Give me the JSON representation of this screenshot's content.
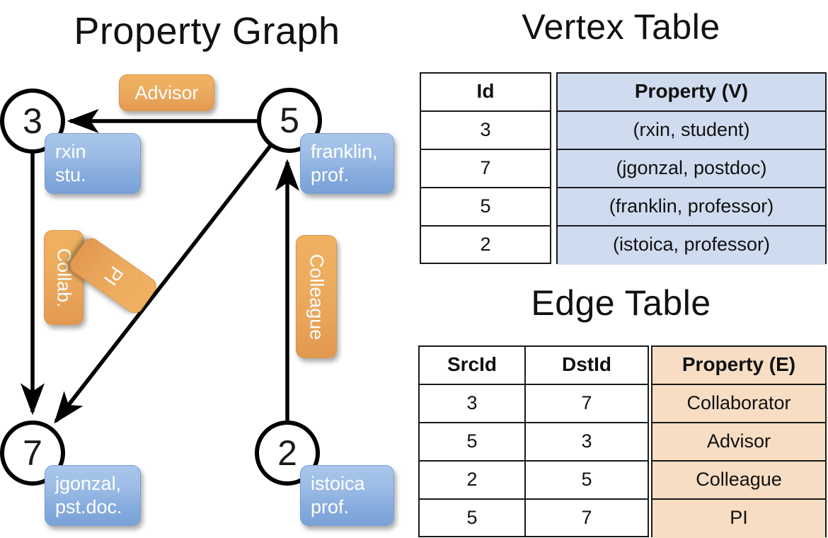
{
  "titles": {
    "graph": "Property Graph",
    "vertex_table": "Vertex Table",
    "edge_table": "Edge Table"
  },
  "colors": {
    "node_fill": "#ffffff",
    "node_stroke": "#000000",
    "edge_stroke": "#000000",
    "vertex_property_bg": "#cfdcef",
    "edge_property_bg": "#f6ddc3",
    "blue_box": "#8fb3e2",
    "orange_box": "#e9a75b",
    "box_text": "#ffffff"
  },
  "graph": {
    "nodes": [
      {
        "id": "3",
        "name": "node-3",
        "property_line1": "rxin",
        "property_line2": "stu."
      },
      {
        "id": "5",
        "name": "node-5",
        "property_line1": "franklin,",
        "property_line2": "prof."
      },
      {
        "id": "7",
        "name": "node-7",
        "property_line1": "jgonzal,",
        "property_line2": "pst.doc."
      },
      {
        "id": "2",
        "name": "node-2",
        "property_line1": "istoica",
        "property_line2": "prof."
      }
    ],
    "edge_labels": [
      {
        "id": "advisor",
        "text": "Advisor",
        "src": "5",
        "dst": "3"
      },
      {
        "id": "collab",
        "text": "Collab.",
        "src": "3",
        "dst": "7"
      },
      {
        "id": "pi",
        "text": "PI",
        "src": "5",
        "dst": "7"
      },
      {
        "id": "colleague",
        "text": "Colleague",
        "src": "2",
        "dst": "5"
      }
    ]
  },
  "vertex_table": {
    "columns": [
      "Id",
      "Property (V)"
    ],
    "rows": [
      {
        "id": "3",
        "property": "(rxin, student)"
      },
      {
        "id": "7",
        "property": "(jgonzal, postdoc)"
      },
      {
        "id": "5",
        "property": "(franklin, professor)"
      },
      {
        "id": "2",
        "property": "(istoica, professor)"
      }
    ]
  },
  "edge_table": {
    "columns": [
      "SrcId",
      "DstId",
      "Property (E)"
    ],
    "rows": [
      {
        "src": "3",
        "dst": "7",
        "property": "Collaborator"
      },
      {
        "src": "5",
        "dst": "3",
        "property": "Advisor"
      },
      {
        "src": "2",
        "dst": "5",
        "property": "Colleague"
      },
      {
        "src": "5",
        "dst": "7",
        "property": "PI"
      }
    ]
  }
}
